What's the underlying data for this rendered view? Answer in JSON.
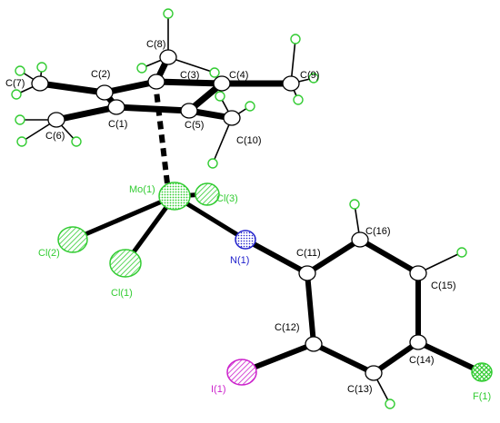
{
  "labels": {
    "C1": "C(1)",
    "C2": "C(2)",
    "C3": "C(3)",
    "C4": "C(4)",
    "C5": "C(5)",
    "C6": "C(6)",
    "C7": "C(7)",
    "C8": "C(8)",
    "C9": "C(9)",
    "C10": "C(10)",
    "C11": "C(11)",
    "C12": "C(12)",
    "C13": "C(13)",
    "C14": "C(14)",
    "C15": "C(15)",
    "C16": "C(16)",
    "Mo1": "Mo(1)",
    "N1": "N(1)",
    "Cl1": "Cl(1)",
    "Cl2": "Cl(2)",
    "Cl3": "Cl(3)",
    "I1": "I(1)",
    "F1": "F(1)"
  },
  "colors": {
    "carbon": "#000000",
    "hydrogen": "#33cc33",
    "molybdenum": "#33cc33",
    "chlorine": "#33cc33",
    "nitrogen": "#2222cc",
    "iodine": "#cc22cc",
    "fluorine": "#33cc33"
  }
}
